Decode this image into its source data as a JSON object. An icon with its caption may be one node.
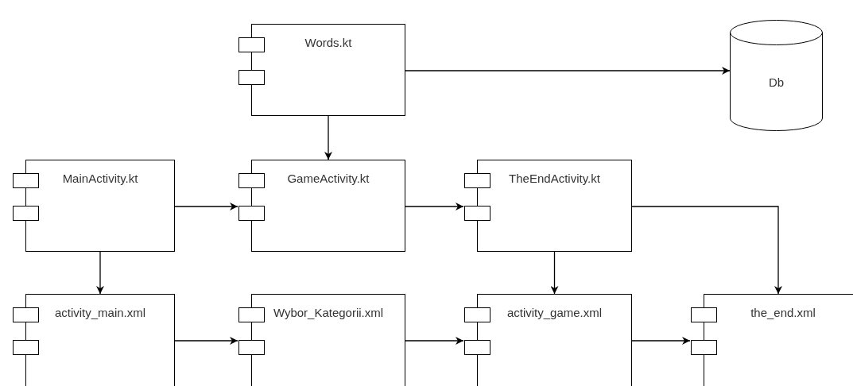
{
  "diagram": {
    "nodes": [
      {
        "text": [
          "Words.kt"
        ]
      },
      {
        "text": [
          "Db"
        ]
      },
      {
        "text": [
          "MainActivity.kt"
        ]
      },
      {
        "text": [
          "GameActivity.kt"
        ]
      },
      {
        "text": [
          "TheEndActivity.kt"
        ]
      },
      {
        "text": [
          "activity_main.xml"
        ]
      },
      {
        "text": [
          "Wybor_Kategorii.xml"
        ]
      },
      {
        "text": [
          "activity_game.xml"
        ]
      },
      {
        "text": [
          "the_end.xml"
        ]
      }
    ],
    "edges": [
      {
        "from": 0,
        "to": 1,
        "arrow": "to"
      },
      {
        "from": 0,
        "to": 3,
        "arrow": "to"
      },
      {
        "from": 2,
        "to": 3,
        "arrow": "to"
      },
      {
        "from": 3,
        "to": 4,
        "arrow": "to"
      },
      {
        "from": 2,
        "to": 5,
        "arrow": "to"
      },
      {
        "from": 4,
        "to": 7,
        "arrow": "to"
      },
      {
        "from": 4,
        "to": 8,
        "arrow": "to"
      },
      {
        "from": 5,
        "to": 6,
        "arrow": "to"
      },
      {
        "from": 6,
        "to": 7,
        "arrow": "to"
      },
      {
        "from": 7,
        "to": 8,
        "arrow": "to"
      }
    ]
  }
}
